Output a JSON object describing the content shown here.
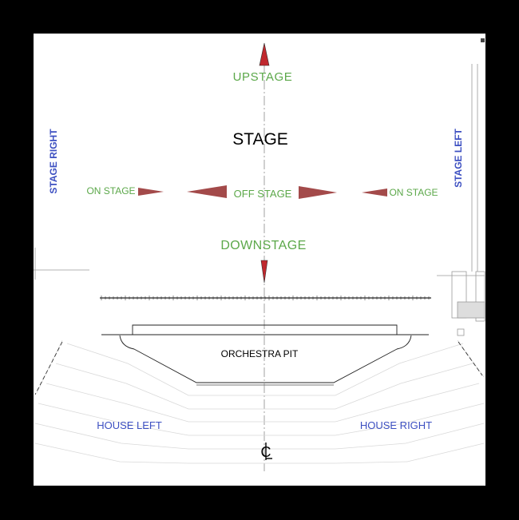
{
  "colors": {
    "direction_text": "#5ca84a",
    "side_text": "#3c4fc1",
    "arrow_red": "#c0282e",
    "arrow_shade": "#a34a4a",
    "ink": "#000000"
  },
  "labels": {
    "upstage": "UPSTAGE",
    "stage": "STAGE",
    "stage_right": "STAGE RIGHT",
    "stage_left": "STAGE LEFT",
    "on_stage_left_side": "ON STAGE",
    "off_stage": "OFF STAGE",
    "on_stage_right_side": "ON STAGE",
    "downstage": "DOWNSTAGE",
    "orchestra_pit": "ORCHESTRA PIT",
    "house_left": "HOUSE LEFT",
    "house_right": "HOUSE RIGHT",
    "centerline": "CL"
  },
  "icons": {
    "upstage_arrow": "triangle-up-icon",
    "downstage_arrow": "triangle-down-icon",
    "horizontal_arrows": "wedge-arrow-icon"
  }
}
